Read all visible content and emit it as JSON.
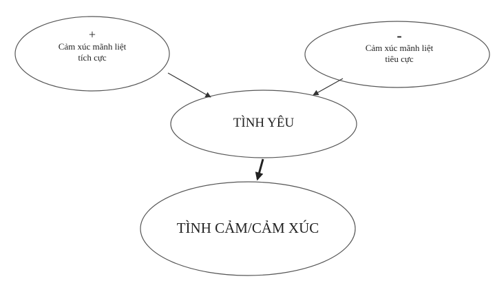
{
  "nodes": {
    "positive": {
      "sign": "+",
      "line1": "Cảm xúc mãnh liệt",
      "line2": "tích cực"
    },
    "negative": {
      "sign": "-",
      "line1": "Cảm xúc mãnh liệt",
      "line2": "tiêu cực"
    },
    "love": {
      "label": "TÌNH YÊU"
    },
    "emotion": {
      "label": "TÌNH CẢM/CẢM XÚC"
    }
  },
  "colors": {
    "stroke": "#555555",
    "text": "#222222",
    "background": "#ffffff"
  }
}
